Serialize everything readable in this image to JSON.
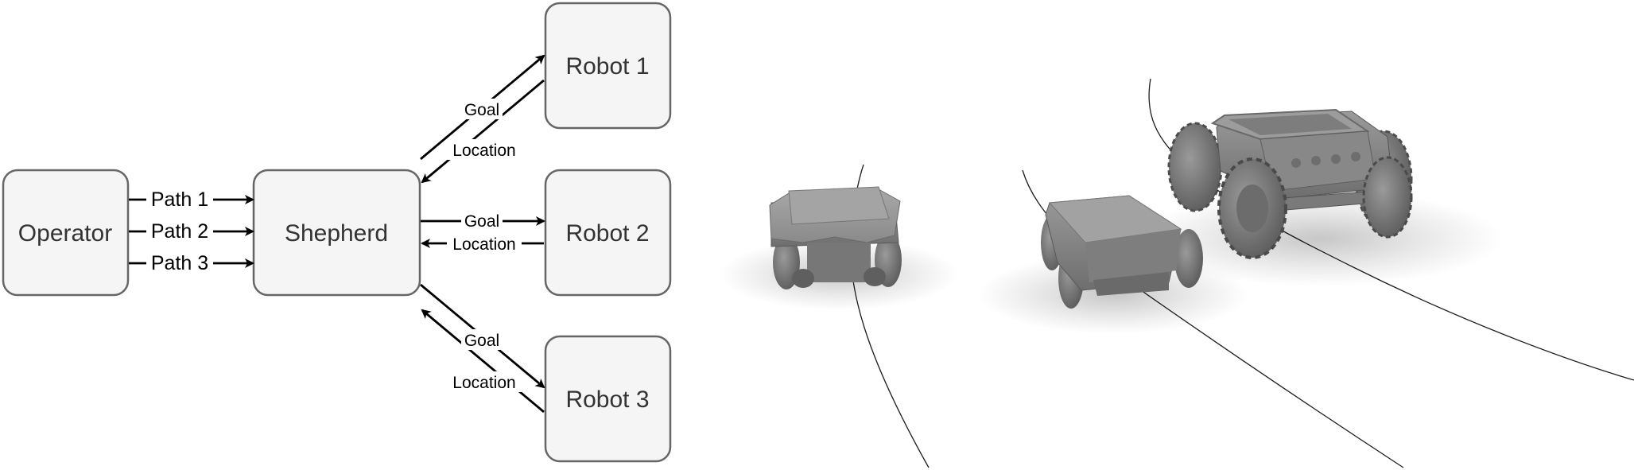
{
  "diagram": {
    "nodes": {
      "operator": "Operator",
      "shepherd": "Shepherd",
      "robot1": "Robot 1",
      "robot2": "Robot 2",
      "robot3": "Robot 3"
    },
    "paths": [
      "Path 1",
      "Path 2",
      "Path 3"
    ],
    "edges": {
      "r1_goal": "Goal",
      "r1_location": "Location",
      "r2_goal": "Goal",
      "r2_location": "Location",
      "r3_goal": "Goal",
      "r3_location": "Location"
    }
  },
  "render": {
    "description_icon": "ground-robot-icon"
  }
}
